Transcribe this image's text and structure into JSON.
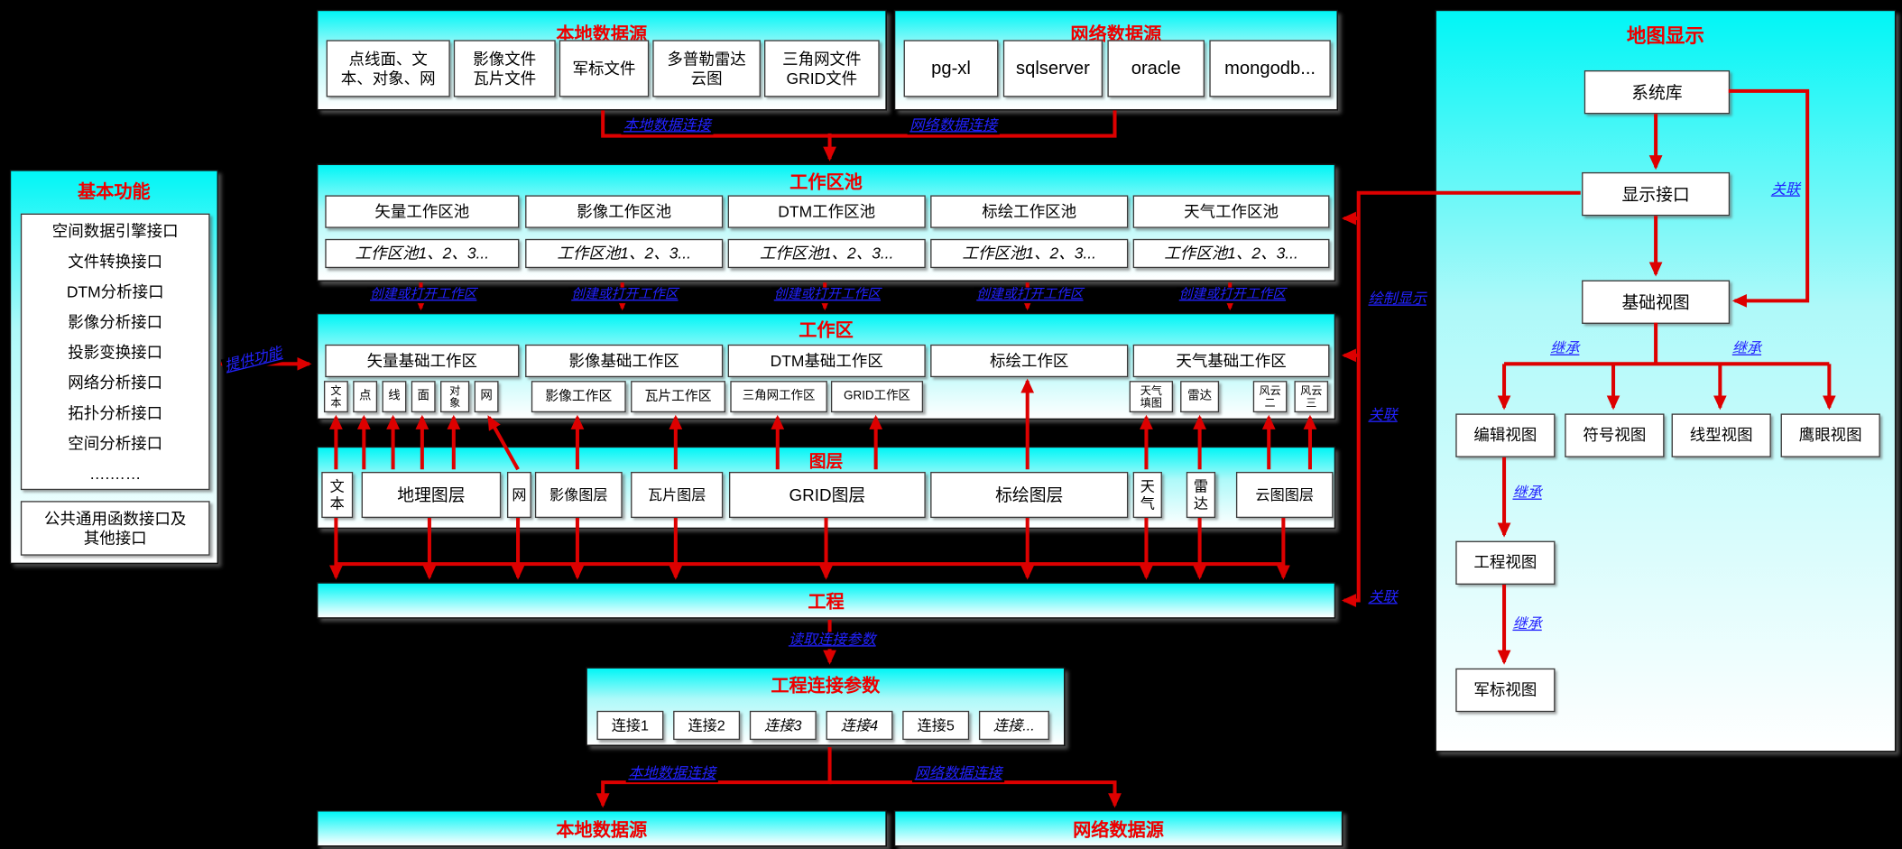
{
  "connect_labels": {
    "local": "本地数据连接",
    "network": "网络数据连接"
  },
  "top": {
    "local_source": {
      "title": "本地数据源",
      "items": [
        "点线面、文\n本、对象、网",
        "影像文件\n瓦片文件",
        "军标文件",
        "多普勒雷达\n云图",
        "三角网文件\nGRID文件"
      ]
    },
    "network_source": {
      "title": "网络数据源",
      "items": [
        "pg-xl",
        "sqlserver",
        "oracle",
        "mongodb..."
      ]
    }
  },
  "map_display": {
    "title": "地图显示",
    "system_lib": "系统库",
    "display_interface": "显示接口",
    "base_view": "基础视图",
    "edit_view": "编辑视图",
    "symbol_view": "符号视图",
    "line_view": "线型视图",
    "eagle_view": "鹰眼视图",
    "project_view": "工程视图",
    "military_view": "军标视图",
    "assoc_label": "关联",
    "inherit_label": "继承"
  },
  "basic_functions": {
    "title": "基本功能",
    "interface_list": "空间数据引擎接口\n文件转换接口\nDTM分析接口\n影像分析接口\n投影变换接口\n网络分析接口\n拓扑分析接口\n空间分析接口\n….……",
    "common_box": "公共通用函数接口及\n其他接口",
    "provide_label": "提供功能"
  },
  "workspace_pool": {
    "title": "工作区池",
    "pools": [
      "矢量工作区池",
      "影像工作区池",
      "DTM工作区池",
      "标绘工作区池",
      "天气工作区池"
    ],
    "pool_items_text": "工作区池1、2、3...",
    "create_label": "创建或打开工作区"
  },
  "workspace": {
    "title": "工作区",
    "areas": [
      "矢量基础工作区",
      "影像基础工作区",
      "DTM基础工作区",
      "标绘工作区",
      "天气基础工作区"
    ],
    "vector_items": [
      "文\n本",
      "点",
      "线",
      "面",
      "对\n象",
      "网"
    ],
    "image_item": "影像工作区",
    "tile_item": "瓦片工作区",
    "tin_item": "三角网工作区",
    "grid_item": "GRID工作区",
    "weather_items": [
      "天气\n填图",
      "雷达",
      "风云\n二",
      "风云\n三"
    ]
  },
  "layers": {
    "title": "图层",
    "text": "文\n本",
    "geo": "地理图层",
    "net": "网",
    "image": "影像图层",
    "tile": "瓦片图层",
    "grid": "GRID图层",
    "plot": "标绘图层",
    "weather": "天\n气",
    "radar": "雷\n达",
    "cloud": "云图图层"
  },
  "project": {
    "title": "工程",
    "read_params_label": "读取连接参数"
  },
  "connection_params": {
    "title": "工程连接参数",
    "items": [
      "连接1",
      "连接2",
      "连接3",
      "连接4",
      "连接5",
      "连接..."
    ]
  },
  "bottom": {
    "local_source_title": "本地数据源",
    "network_source_title": "网络数据源"
  },
  "right_side": {
    "draw_display_label": "绘制显示",
    "assoc_label": "关联"
  },
  "colors": {
    "arrow_red": "#dd0000",
    "title_red": "#ee0000",
    "label_blue": "#2222ff",
    "box_cyan": "#00ffff"
  }
}
